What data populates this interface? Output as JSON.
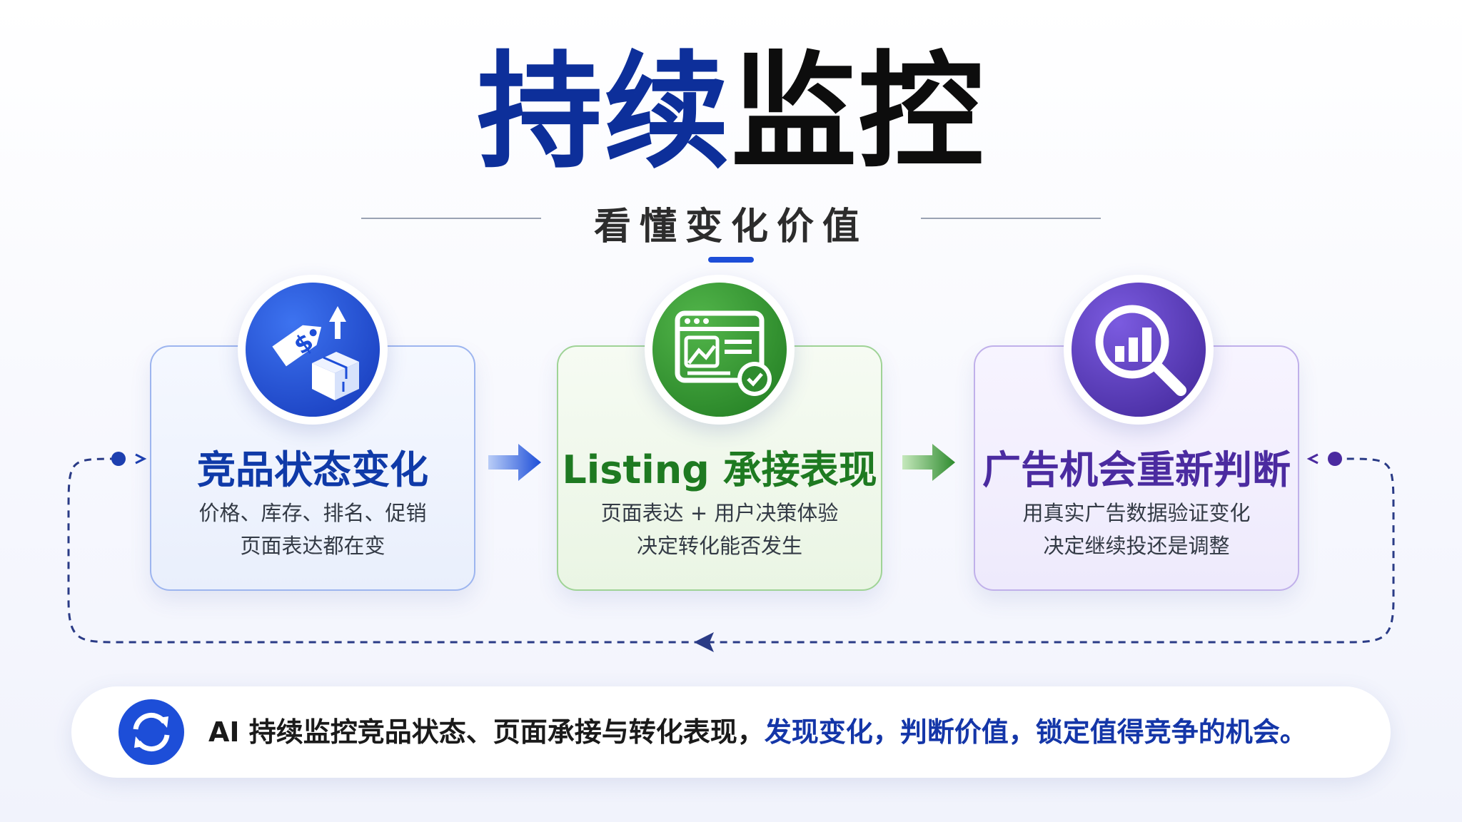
{
  "title": {
    "part1": "持续",
    "part2": "监控"
  },
  "subtitle": "看懂变化价值",
  "cards": [
    {
      "title": "竞品状态变化",
      "line1": "价格、库存、排名、促销",
      "line2": "页面表达都在变",
      "icon": "price-tag-box-icon",
      "color": "#1d4ed8"
    },
    {
      "title": "Listing 承接表现",
      "line1": "页面表达 + 用户决策体验",
      "line2": "决定转化能否发生",
      "icon": "webpage-check-icon",
      "color": "#2e8b2e"
    },
    {
      "title": "广告机会重新判断",
      "line1": "用真实广告数据验证变化",
      "line2": "决定继续投还是调整",
      "icon": "magnifier-chart-icon",
      "color": "#5b3cc4"
    }
  ],
  "banner": {
    "lead": "AI 持续监控竞品状态、页面承接与转化表现，",
    "highlight": "发现变化，判断价值，锁定值得竞争的机会。",
    "icon": "refresh-cycle-icon"
  },
  "colors": {
    "navy": "#0d2f9a",
    "blue": "#1d4ed8",
    "green": "#2e8b2e",
    "purple": "#5b3cc4"
  }
}
